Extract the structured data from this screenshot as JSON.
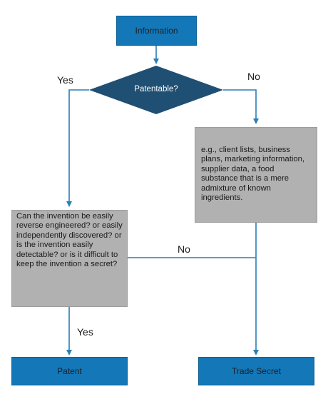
{
  "nodes": {
    "information": "Information",
    "patentable": "Patentable?",
    "examples": "e.g., client lists, business plans, marketing information, supplier data, a food substance that is a mere admixture of known ingredients.",
    "question": "Can the invention be easily reverse engineered? or easily independently discovered? or is the invention easily detectable? or is it difficult to keep the invention a secret?",
    "patent": "Patent",
    "trade_secret": "Trade Secret"
  },
  "edges": {
    "yes_top": "Yes",
    "no_top": "No",
    "no_middle": "No",
    "yes_bottom": "Yes"
  },
  "colors": {
    "box_blue": "#1377b8",
    "diamond": "#1f4f73",
    "line": "#2a7fb5",
    "box_grey": "#b1b1b1"
  }
}
